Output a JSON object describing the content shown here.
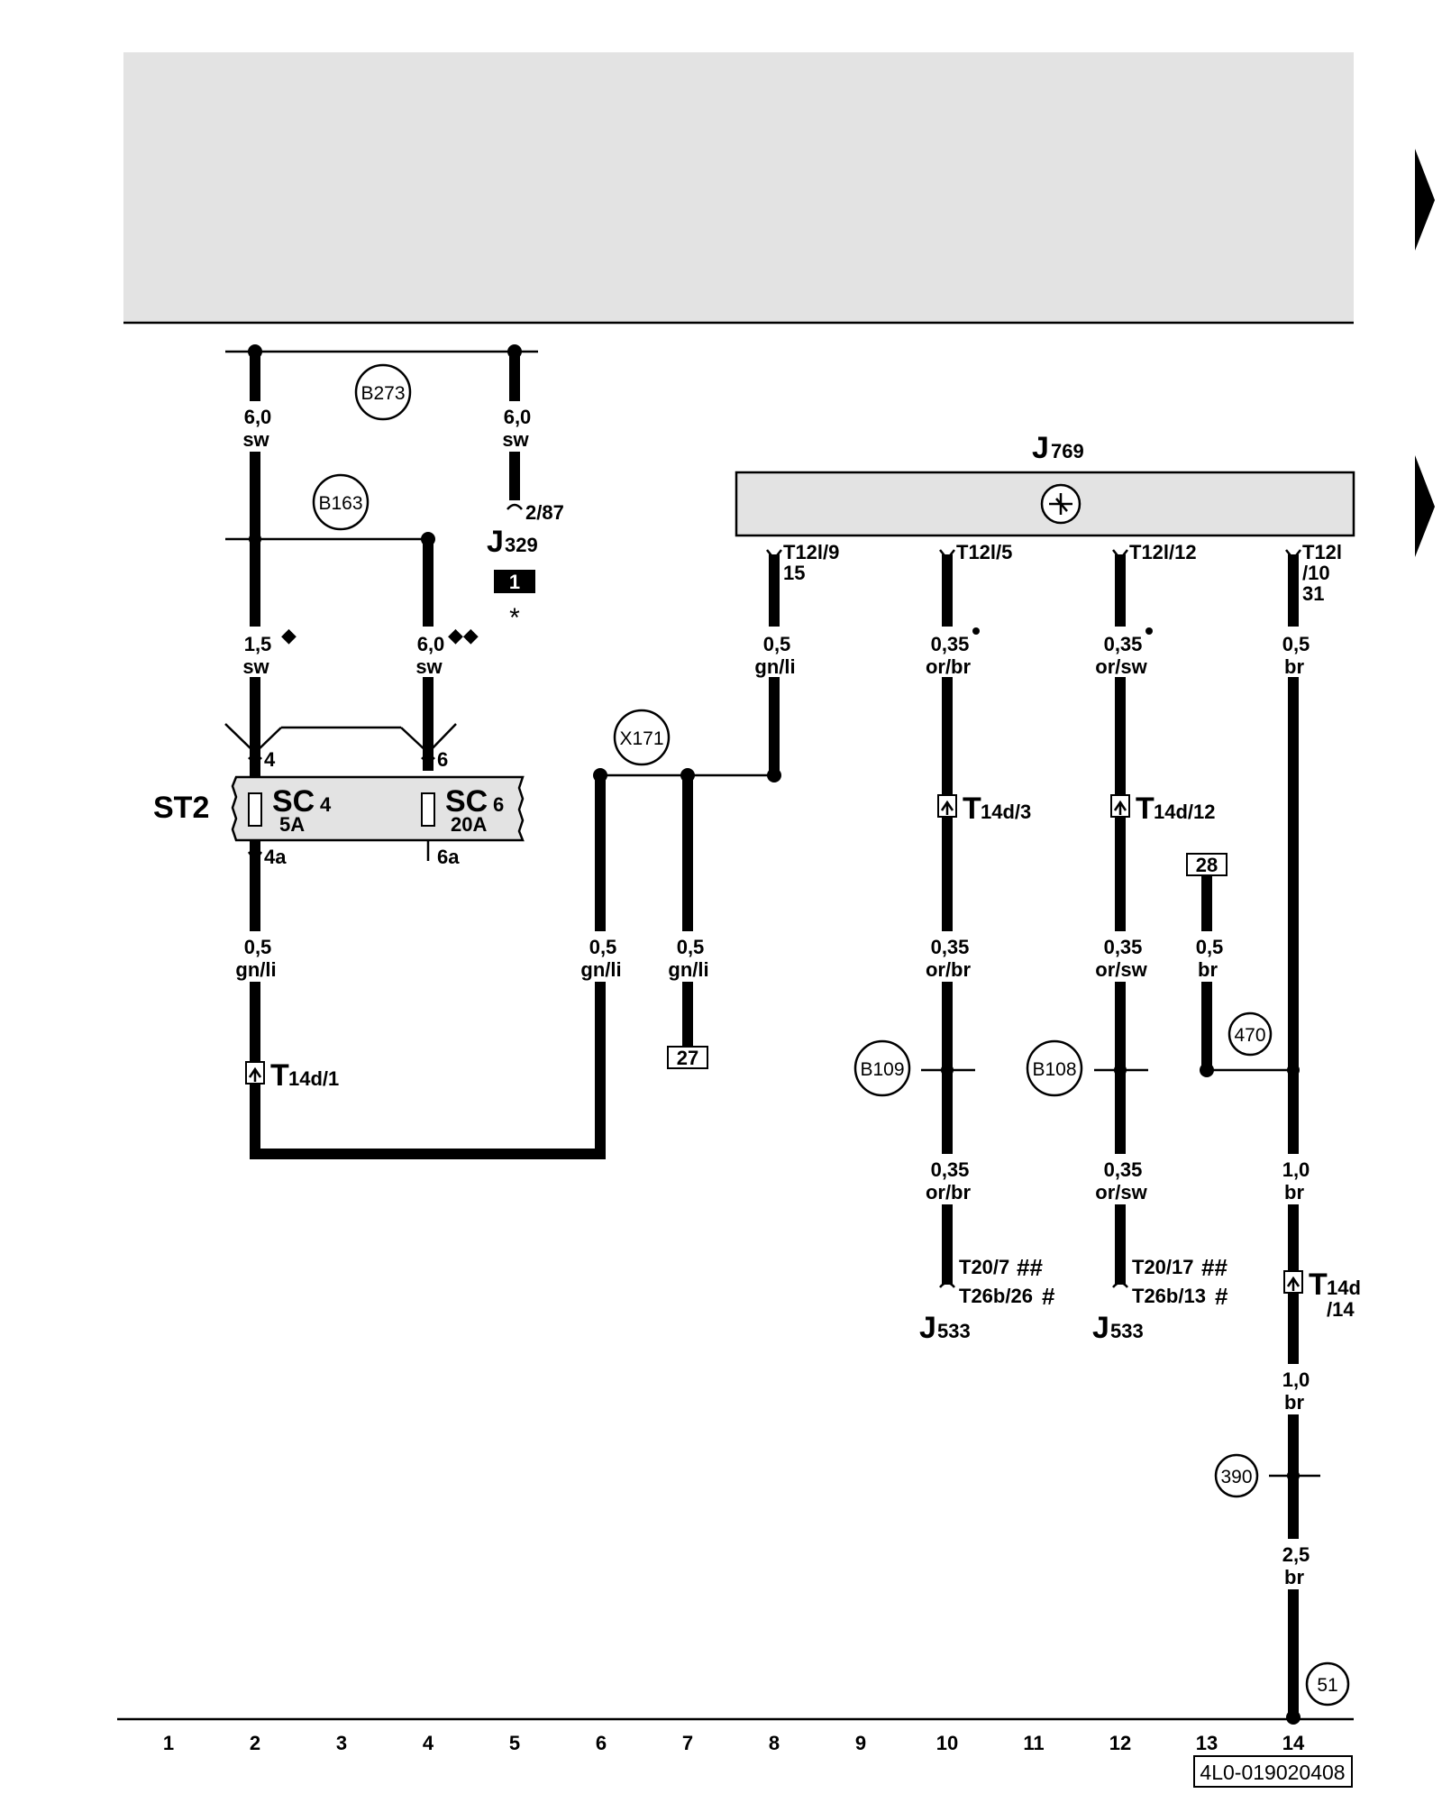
{
  "header": {
    "arrows": [
      "right-arrow-icon",
      "right-arrow-icon"
    ]
  },
  "wires": {
    "c2_top": {
      "size": "6,0",
      "color": "sw"
    },
    "c5_top": {
      "size": "6,0",
      "color": "sw"
    },
    "c2_mid": {
      "size": "1,5",
      "color": "sw",
      "mark": "◆"
    },
    "c4_mid": {
      "size": "6,0",
      "color": "sw",
      "mark": "◆◆"
    },
    "c2_low": {
      "size": "0,5",
      "color": "gn/li"
    },
    "c6_low": {
      "size": "0,5",
      "color": "gn/li"
    },
    "c7_low": {
      "size": "0,5",
      "color": "gn/li"
    },
    "c8_top": {
      "size": "0,5",
      "color": "gn/li"
    },
    "c10_a": {
      "size": "0,35",
      "color": "or/br"
    },
    "c10_b": {
      "size": "0,35",
      "color": "or/br"
    },
    "c10_c": {
      "size": "0,35",
      "color": "or/br"
    },
    "c12_a": {
      "size": "0,35",
      "color": "or/sw"
    },
    "c12_b": {
      "size": "0,35",
      "color": "or/sw"
    },
    "c12_c": {
      "size": "0,35",
      "color": "or/sw"
    },
    "c13": {
      "size": "0,5",
      "color": "br"
    },
    "c14_a": {
      "size": "0,5",
      "color": "br"
    },
    "c14_b": {
      "size": "1,0",
      "color": "br"
    },
    "c14_c": {
      "size": "1,0",
      "color": "br"
    },
    "c14_d": {
      "size": "2,5",
      "color": "br"
    }
  },
  "junctions": {
    "b273": "B273",
    "b163": "B163",
    "x171": "X171",
    "b109": "B109",
    "b108": "B108",
    "j470": "470",
    "j390": "390",
    "j51": "51"
  },
  "components": {
    "j329": {
      "main": "J",
      "sub": "329",
      "pin": "2/87",
      "badge": "1",
      "note": "*"
    },
    "j769": {
      "main": "J",
      "sub": "769",
      "pin1": "T12l/9",
      "pin1b": "15",
      "pin2": "T12l/5",
      "pin3": "T12l/12",
      "pin4": "T12l",
      "pin4b": "/10",
      "pin4c": "31"
    },
    "st2": {
      "label": "ST2",
      "fuse1": "SC",
      "fuse1_sub": "4",
      "fuse1_rating": "5A",
      "fuse1_in": "4",
      "fuse1_out": "4a",
      "fuse2": "SC",
      "fuse2_sub": "6",
      "fuse2_rating": "20A",
      "fuse2_in": "6",
      "fuse2_out": "6a"
    },
    "t14d1": {
      "main": "T",
      "sub": "14d/1"
    },
    "t14d3": {
      "main": "T",
      "sub": "14d/3"
    },
    "t14d12": {
      "main": "T",
      "sub": "14d/12"
    },
    "t14d14": {
      "main": "T",
      "sub": "14d",
      "sub2": "/14"
    },
    "j533_a": {
      "main": "J",
      "sub": "533",
      "pin1": "T20/7",
      "pin1_mark": "##",
      "pin2": "T26b/26",
      "pin2_mark": "#"
    },
    "j533_b": {
      "main": "J",
      "sub": "533",
      "pin1": "T20/17",
      "pin1_mark": "##",
      "pin2": "T26b/13",
      "pin2_mark": "#"
    },
    "ref27": "27",
    "ref28": "28"
  },
  "columns": [
    "1",
    "2",
    "3",
    "4",
    "5",
    "6",
    "7",
    "8",
    "9",
    "10",
    "11",
    "12",
    "13",
    "14"
  ],
  "footer": {
    "code": "4L0-019020408"
  }
}
